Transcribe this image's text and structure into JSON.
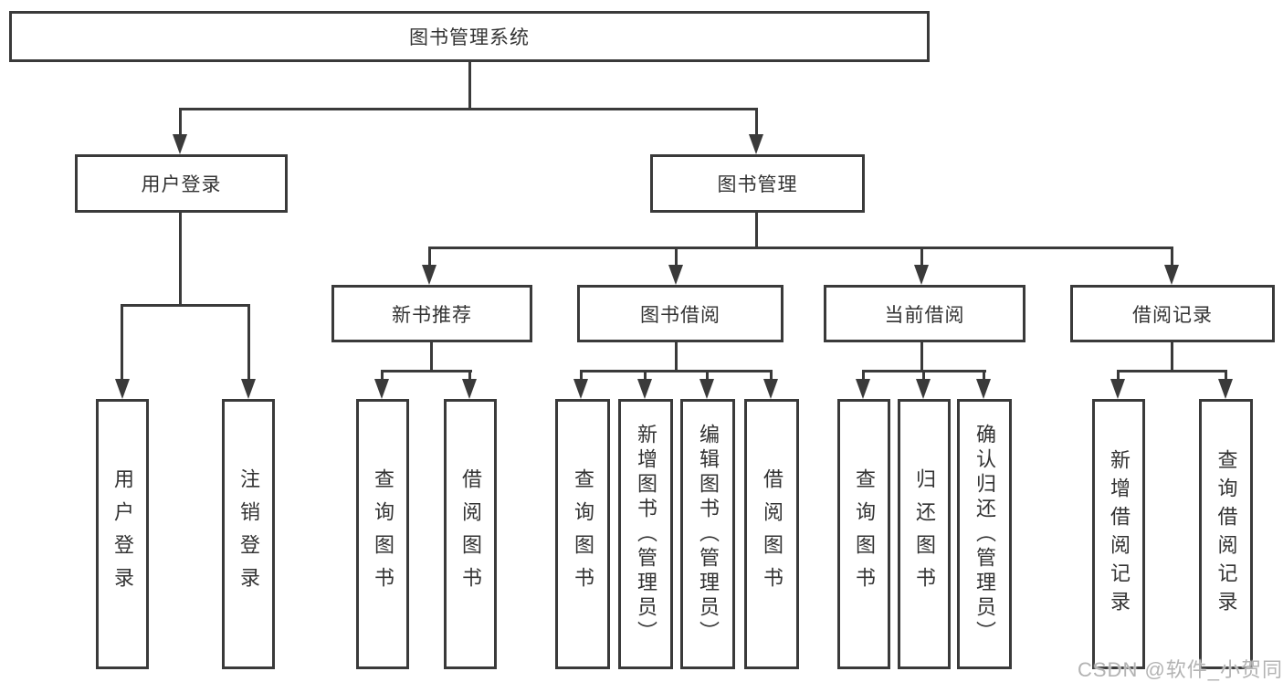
{
  "diagram": {
    "tree": {
      "label": "图书管理系统",
      "children": [
        {
          "label": "用户登录",
          "children": [
            {
              "label": "用户登录"
            },
            {
              "label": "注销登录"
            }
          ]
        },
        {
          "label": "图书管理",
          "children": [
            {
              "label": "新书推荐",
              "children": [
                {
                  "label": "查询图书"
                },
                {
                  "label": "借阅图书"
                }
              ]
            },
            {
              "label": "图书借阅",
              "children": [
                {
                  "label": "查询图书"
                },
                {
                  "label": "新增图书（管理员）"
                },
                {
                  "label": "编辑图书（管理员）"
                },
                {
                  "label": "借阅图书"
                }
              ]
            },
            {
              "label": "当前借阅",
              "children": [
                {
                  "label": "查询图书"
                },
                {
                  "label": "归还图书"
                },
                {
                  "label": "确认归还（管理员）"
                }
              ]
            },
            {
              "label": "借阅记录",
              "children": [
                {
                  "label": "新增借阅记录"
                },
                {
                  "label": "查询借阅记录"
                }
              ]
            }
          ]
        }
      ]
    },
    "colors": {
      "line": "#3a3a3a",
      "box_background": "#ffffff",
      "text": "#333333",
      "watermark": "#b3b3b3"
    },
    "watermark": "CSDN @软件_小贺同学"
  }
}
